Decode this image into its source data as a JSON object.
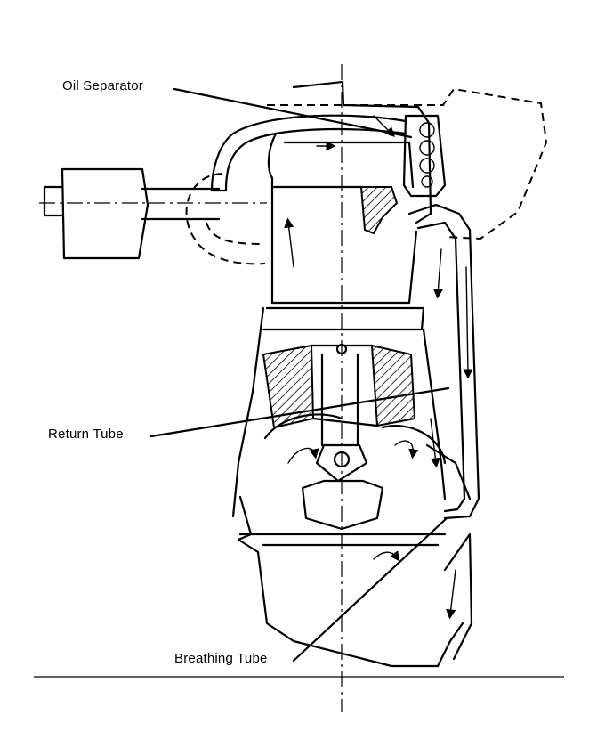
{
  "labels": {
    "oil_separator": "Oil Separator",
    "return_tube": "Return Tube",
    "breathing_tube": "Breathing Tube"
  }
}
